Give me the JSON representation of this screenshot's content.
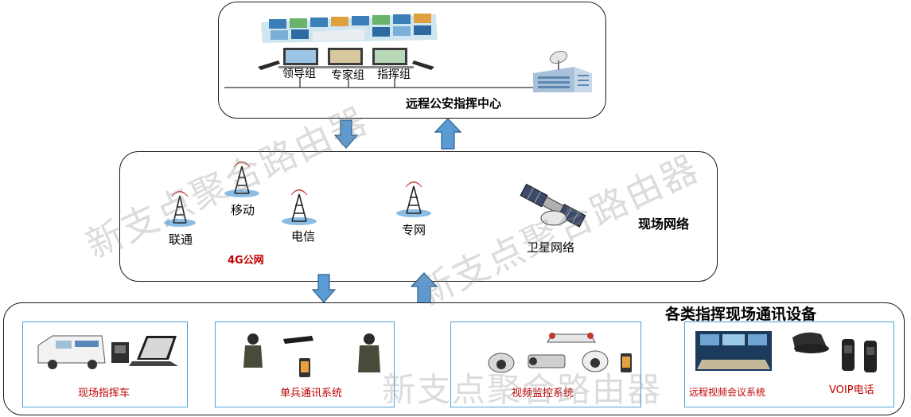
{
  "top": {
    "title": "远程公安指挥中心",
    "groups": [
      "领导组",
      "专家组",
      "指挥组"
    ]
  },
  "middle": {
    "title": "现场网络",
    "towers": [
      "联通",
      "移动",
      "电信",
      "专网"
    ],
    "public_net": "4G公网",
    "satellite": "卫星网络"
  },
  "bottom": {
    "title": "各类指挥现场通讯设备",
    "boxes": [
      "现场指挥车",
      "单兵通讯系统",
      "视频监控系统",
      "远程视频会议系统"
    ],
    "voip": "VOIP电话"
  },
  "watermark": "新支点聚合路由器",
  "colors": {
    "arrow": "#5b9bd5",
    "arrow_border": "#2e5f8a",
    "caption": "#c00000",
    "box_border": "#4aa3d9"
  }
}
